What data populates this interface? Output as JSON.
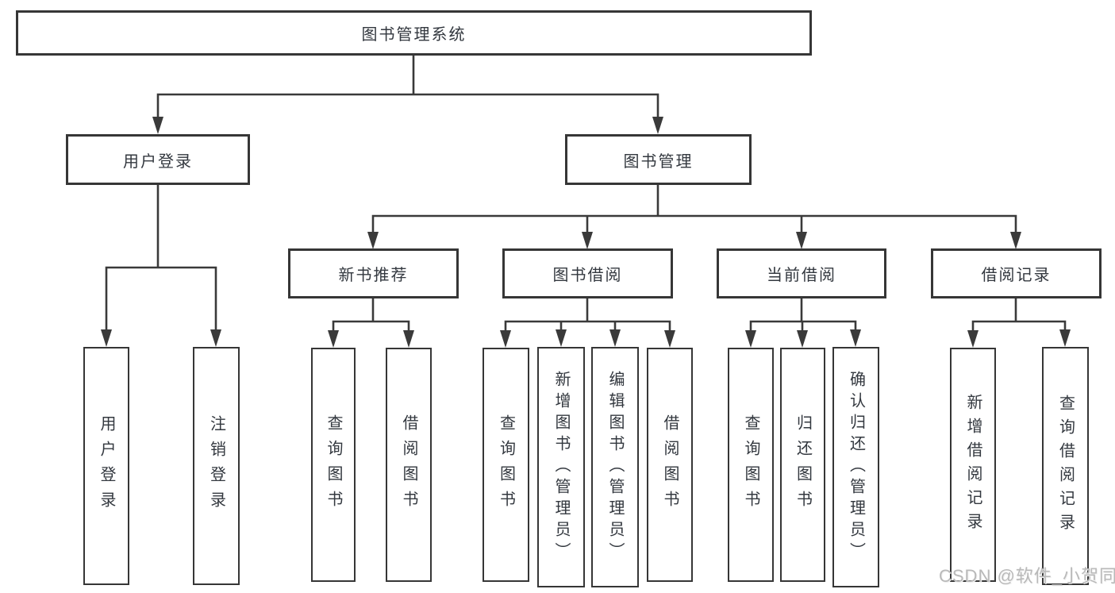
{
  "diagram": {
    "root": {
      "label": "图书管理系统"
    },
    "level2": [
      {
        "id": "user-login",
        "label": "用户登录"
      },
      {
        "id": "book-management",
        "label": "图书管理"
      }
    ],
    "level3": [
      {
        "id": "new-book-recommend",
        "label": "新书推荐",
        "parent": "book-management"
      },
      {
        "id": "book-borrowing",
        "label": "图书借阅",
        "parent": "book-management"
      },
      {
        "id": "current-borrowing",
        "label": "当前借阅",
        "parent": "book-management"
      },
      {
        "id": "borrowing-records",
        "label": "借阅记录",
        "parent": "book-management"
      }
    ],
    "leaves": [
      {
        "label": "用户登录",
        "parent": "user-login"
      },
      {
        "label": "注销登录",
        "parent": "user-login"
      },
      {
        "label": "查询图书",
        "parent": "new-book-recommend"
      },
      {
        "label": "借阅图书",
        "parent": "new-book-recommend"
      },
      {
        "label": "查询图书",
        "parent": "book-borrowing"
      },
      {
        "label": "新增图书（管理员）",
        "parent": "book-borrowing"
      },
      {
        "label": "编辑图书（管理员）",
        "parent": "book-borrowing"
      },
      {
        "label": "借阅图书",
        "parent": "book-borrowing"
      },
      {
        "label": "查询图书",
        "parent": "current-borrowing"
      },
      {
        "label": "归还图书",
        "parent": "current-borrowing"
      },
      {
        "label": "确认归还（管理员）",
        "parent": "current-borrowing"
      },
      {
        "label": "新增借阅记录",
        "parent": "borrowing-records"
      },
      {
        "label": "查询借阅记录",
        "parent": "borrowing-records"
      }
    ],
    "watermark": "CSDN @软件_小贺同学",
    "colors": {
      "line": "#3a3a3a",
      "text": "#33383f",
      "watermark": "#b9b9b9",
      "background": "#ffffff"
    }
  }
}
